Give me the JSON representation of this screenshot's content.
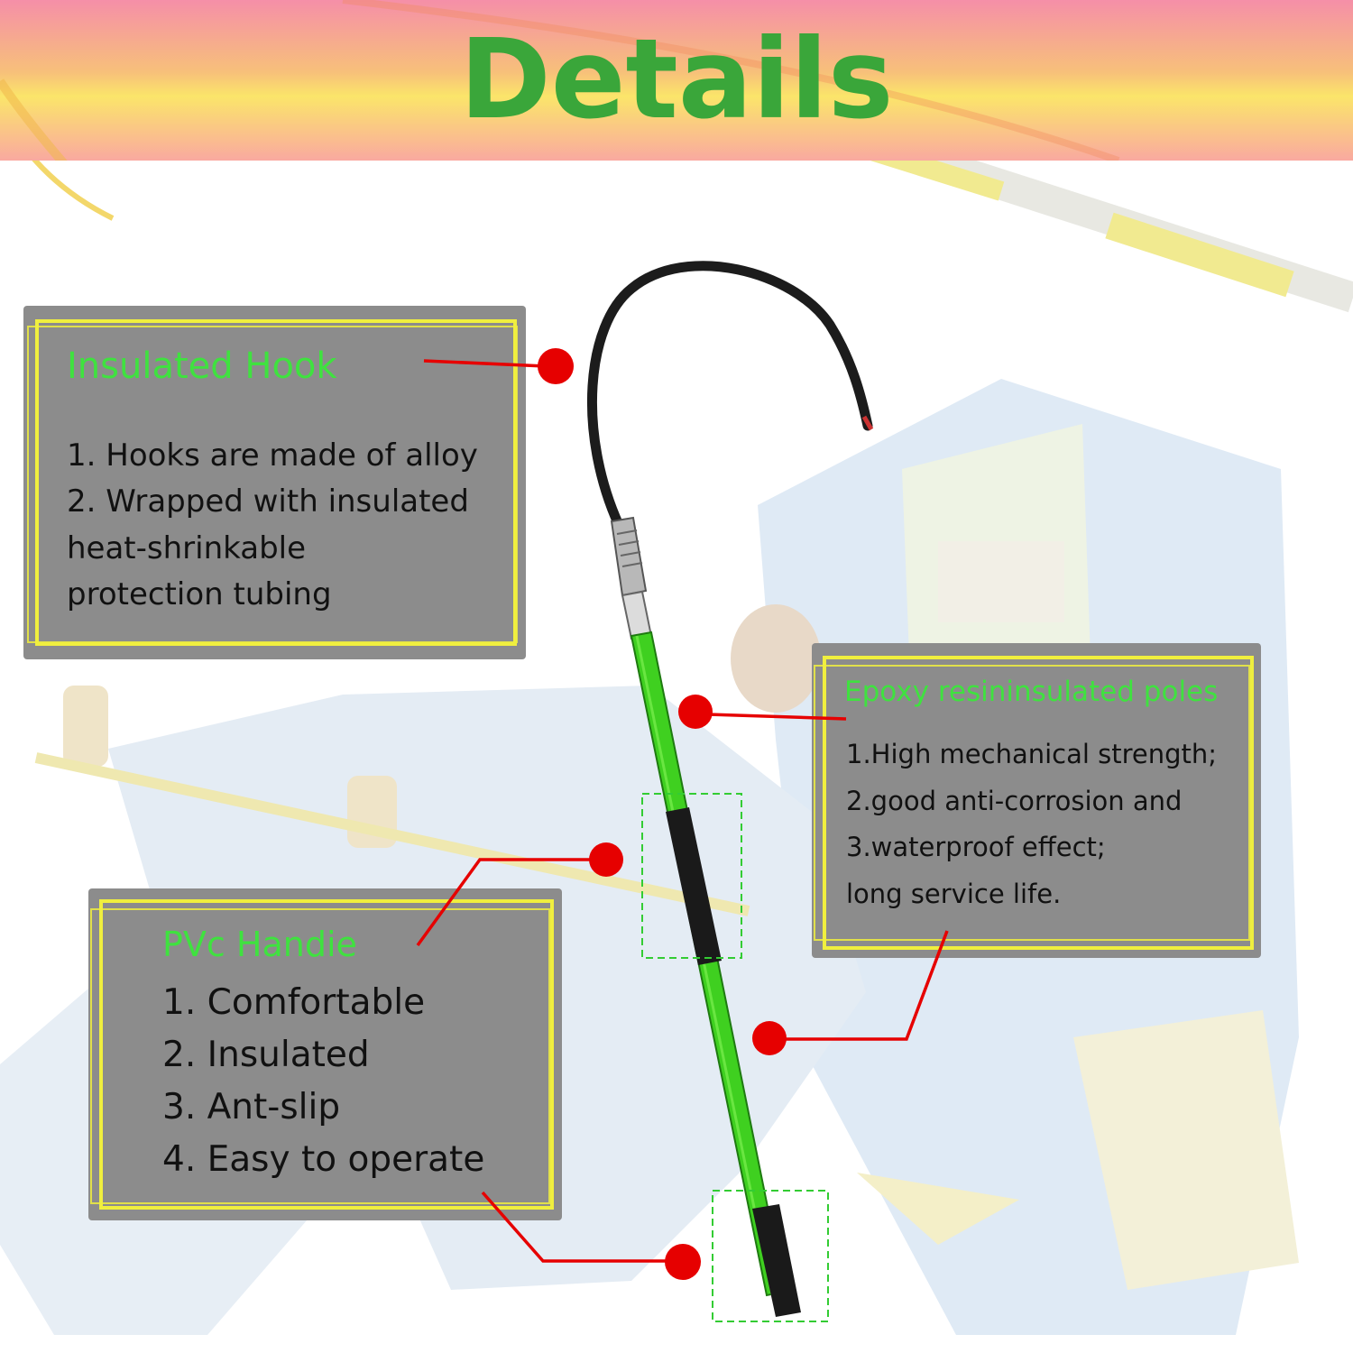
{
  "header": {
    "title": "Details",
    "title_color": "#3aa63a"
  },
  "hook_panel": {
    "title": "Insulated Hook",
    "lines": [
      "1. Hooks are made of alloy",
      "2. Wrapped with insulated",
      "heat-shrinkable",
      "protection tubing"
    ]
  },
  "pole_panel": {
    "title": "Epoxy resininsulated poles",
    "lines": [
      "1.High mechanical strength;",
      "2.good anti-corrosion and",
      "3.waterproof effect;",
      "long service life."
    ]
  },
  "handle_panel": {
    "title": "PVc Handie",
    "lines": [
      "1. Comfortable",
      "2. Insulated",
      "3. Ant-slip",
      "4. Easy to operate"
    ]
  },
  "colors": {
    "panel_bg": "#8c8c8c",
    "frame": "#f0ef3e",
    "panel_title": "#3fe23f",
    "pole_green": "#3fd020",
    "callout_red": "#e60000",
    "guide_box": "#33cc33"
  }
}
